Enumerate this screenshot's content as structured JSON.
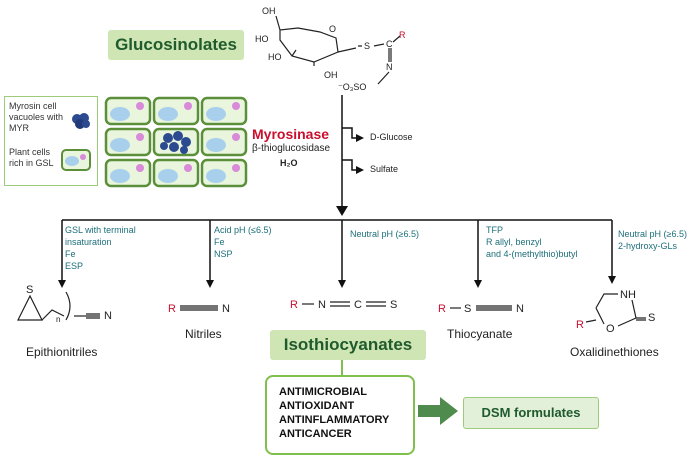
{
  "title": "Glucosinolates",
  "structure": {
    "oh_top": "OH",
    "oh_left": "HO",
    "ho_mid": "HO",
    "oh_bottom": "OH",
    "o_ring": "O",
    "s": "S",
    "c": "C",
    "r": "R",
    "n": "N",
    "oso3": "⁻O₃SO"
  },
  "legend": {
    "myrosin": "Myrosin cell vacuoles with MYR",
    "plant": "Plant cells rich in GSL"
  },
  "enzyme": {
    "name": "Myrosinase",
    "type": "β-thioglucosidase",
    "water": "H₂O",
    "glucose": "D-Glucose",
    "sulfate": "Sulfate"
  },
  "conditions": [
    {
      "id": "epithionitriles",
      "text": [
        "GSL with terminal",
        "insaturation",
        "Fe",
        "ESP"
      ]
    },
    {
      "id": "nitriles",
      "text": [
        "Acid pH (≤6.5)",
        "Fe",
        "NSP"
      ]
    },
    {
      "id": "isothiocyanates",
      "text": [
        "Neutral pH (≥6.5)"
      ]
    },
    {
      "id": "thiocyanate",
      "text": [
        "TFP",
        "R allyl, benzyl",
        "and 4-(methylthio)butyl"
      ]
    },
    {
      "id": "oxalidinethiones",
      "text": [
        "Neutral pH (≥6.5)",
        "2-hydroxy-GLs"
      ]
    }
  ],
  "products": {
    "epithionitriles": "Epithionitriles",
    "nitriles": "Nitriles",
    "thiocyanate": "Thiocyanate",
    "oxalidinethiones": "Oxalidinethiones"
  },
  "mol_labels": {
    "s_ring": "S",
    "n_sub": "n",
    "n_triple": "N",
    "r": "R",
    "n": "N",
    "c": "C",
    "s": "S",
    "nh": "NH",
    "o": "O"
  },
  "isothiocyanates_title": "Isothiocyanates",
  "activities": [
    "ANTIMICROBIAL",
    "ANTIOXIDANT",
    "ANTINFLAMMATORY",
    "ANTICANCER"
  ],
  "dsm": "DSM formulates",
  "colors": {
    "title_bg": "#cfe5b4",
    "title_fg": "#1f5b2c",
    "red": "#c8102e",
    "teal": "#1d6f7a",
    "cell_border": "#5b8f3a"
  }
}
